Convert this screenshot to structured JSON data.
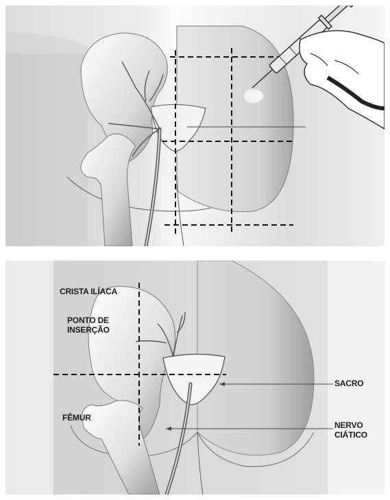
{
  "labels": {
    "crista_iliaca": "CRISTA ILÍACA",
    "ponto_insercao_line1": "PONTO DE",
    "ponto_insercao_line2": "INSERÇÃO",
    "sacro": "SACRO",
    "femur": "FÊMUR",
    "nervo_line1": "NERVO",
    "nervo_line2": "CIÁTICO"
  },
  "colors": {
    "background": "#d8d8d8",
    "skin_light": "#eeeeee",
    "bone_light": "#f4f4f4",
    "bone_shadow": "#8c8c8c",
    "outline": "#3a3a3a",
    "dashed_line": "#111111"
  },
  "icons": {
    "syringe": "syringe-icon",
    "hand": "hand-icon"
  }
}
